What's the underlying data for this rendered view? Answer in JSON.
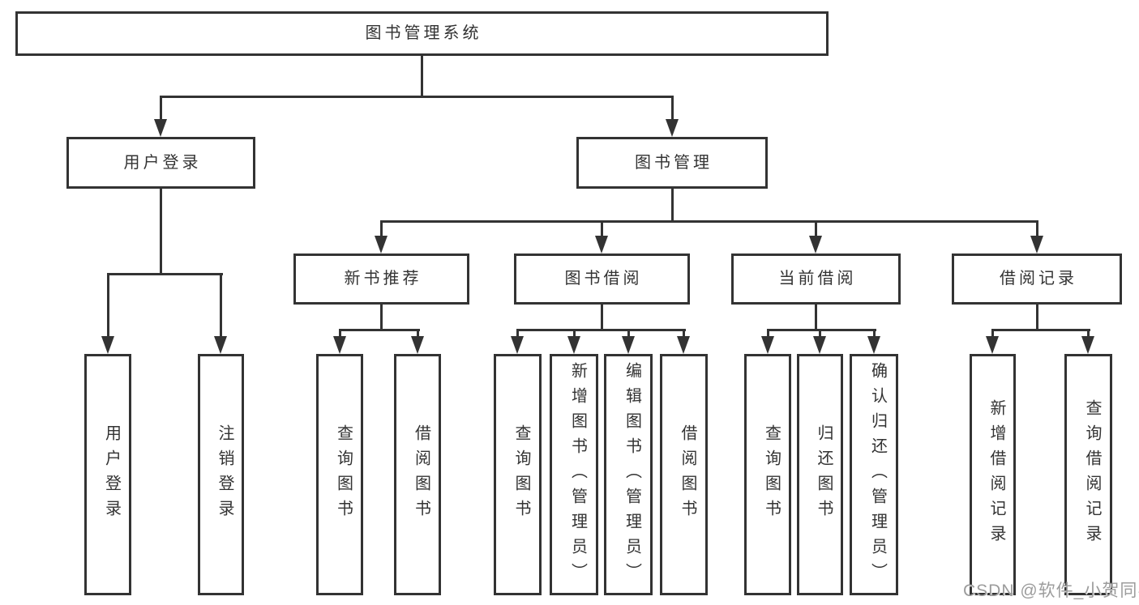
{
  "diagram": {
    "root": {
      "label": "图书管理系统"
    },
    "level2": [
      {
        "label": "用户登录"
      },
      {
        "label": "图书管理"
      }
    ],
    "level3": [
      {
        "label": "新书推荐",
        "parent": "图书管理"
      },
      {
        "label": "图书借阅",
        "parent": "图书管理"
      },
      {
        "label": "当前借阅",
        "parent": "图书管理"
      },
      {
        "label": "借阅记录",
        "parent": "图书管理"
      }
    ],
    "leaves": [
      {
        "label": "用户登录",
        "parent": "用户登录"
      },
      {
        "label": "注销登录",
        "parent": "用户登录"
      },
      {
        "label": "查询图书",
        "parent": "新书推荐"
      },
      {
        "label": "借阅图书",
        "parent": "新书推荐"
      },
      {
        "label": "查询图书",
        "parent": "图书借阅"
      },
      {
        "label": "新增图书（管理员）",
        "parent": "图书借阅"
      },
      {
        "label": "编辑图书（管理员）",
        "parent": "图书借阅"
      },
      {
        "label": "借阅图书",
        "parent": "图书借阅"
      },
      {
        "label": "查询图书",
        "parent": "当前借阅"
      },
      {
        "label": "归还图书",
        "parent": "当前借阅"
      },
      {
        "label": "确认归还（管理员）",
        "parent": "当前借阅"
      },
      {
        "label": "新增借阅记录",
        "parent": "借阅记录"
      },
      {
        "label": "查询借阅记录",
        "parent": "借阅记录"
      }
    ]
  },
  "watermark": "CSDN @软件_小贺同学",
  "colors": {
    "line": "#333333",
    "text": "#333333",
    "watermark": "#9c9c9c",
    "background": "#ffffff"
  }
}
